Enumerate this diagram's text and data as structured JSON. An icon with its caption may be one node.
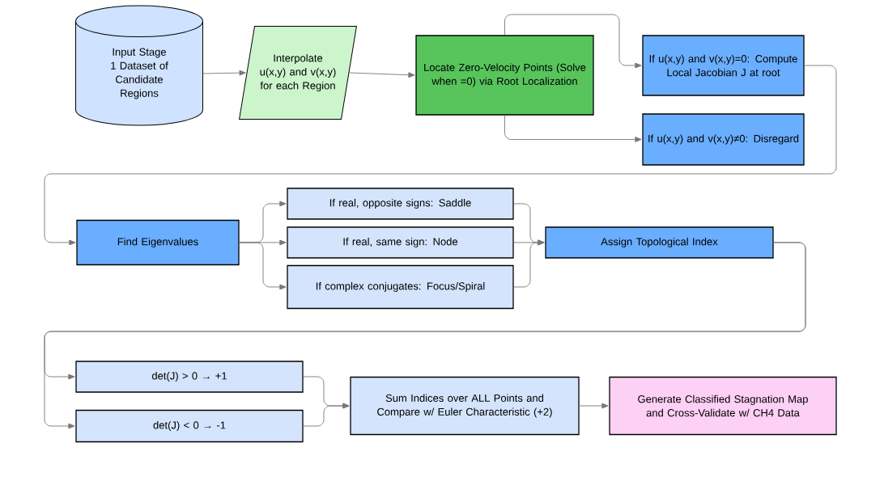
{
  "diagram": {
    "nodes": [
      {
        "text": [
          "Input Stage 1 Dataset of Candidate Regions"
        ]
      },
      {
        "text": [
          "Interpolate u(x,y) and v(x,y) for each Region"
        ]
      },
      {
        "text": [
          "Locate Zero-Velocity Points (Solve when =0) via Root Localization"
        ]
      },
      {
        "text": [
          "If u(x,y) and v(x,y)=0: Compute Local Jacobian J at root"
        ]
      },
      {
        "text": [
          "If u(x,y) and v(x,y)≠0: Disregard"
        ]
      },
      {
        "text": [
          "Find Eigenvalues"
        ]
      },
      {
        "text": [
          "If real, opposite signs: Saddle"
        ]
      },
      {
        "text": [
          "If real, same sign: Node"
        ]
      },
      {
        "text": [
          "If complex conjugates: Focus/Spiral"
        ]
      },
      {
        "text": [
          "Assign Topological Index"
        ]
      },
      {
        "text": [
          "det(J) > 0 → +1"
        ]
      },
      {
        "text": [
          "det(J) < 0 → -1"
        ]
      },
      {
        "text": [
          "Sum Indices over ALL Points and Compare w/ Euler Characteristic (+2)"
        ]
      },
      {
        "text": [
          "Generate Classified Stagnation Map and Cross-Validate w/ CH4 Data"
        ]
      }
    ],
    "edges": [
      {
        "from": 0,
        "to": 1,
        "arrow": "to"
      },
      {
        "from": 1,
        "to": 2,
        "arrow": "to"
      },
      {
        "from": 2,
        "to": 3,
        "arrow": "to"
      },
      {
        "from": 2,
        "to": 4,
        "arrow": "to"
      },
      {
        "from": 3,
        "to": 5,
        "arrow": "to"
      },
      {
        "from": 5,
        "to": 6,
        "arrow": "to"
      },
      {
        "from": 5,
        "to": 7,
        "arrow": "to"
      },
      {
        "from": 5,
        "to": 8,
        "arrow": "to"
      },
      {
        "from": 6,
        "to": 9,
        "arrow": "to"
      },
      {
        "from": 7,
        "to": 9,
        "arrow": "to"
      },
      {
        "from": 8,
        "to": 9,
        "arrow": "to"
      },
      {
        "from": 9,
        "to": 10,
        "arrow": "to"
      },
      {
        "from": 9,
        "to": 11,
        "arrow": "to"
      },
      {
        "from": 10,
        "to": 12,
        "arrow": "to"
      },
      {
        "from": 11,
        "to": 12,
        "arrow": "to"
      },
      {
        "from": 12,
        "to": 13,
        "arrow": "to"
      }
    ]
  }
}
